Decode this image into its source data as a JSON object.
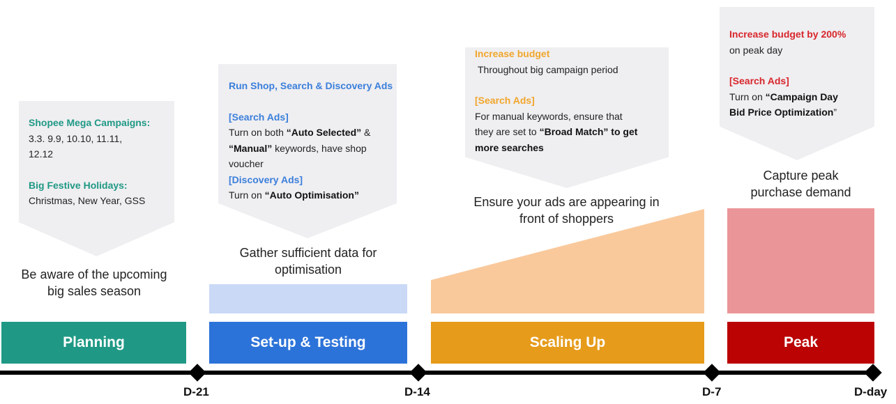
{
  "colors": {
    "planning": "#1f9985",
    "setup": "#2c73d9",
    "scaling": "#e69b1a",
    "peak": "#bb0303",
    "setup_light": "#c9d9f6",
    "scaling_light": "#f9c99c",
    "peak_light": "#ea9598",
    "callout_bg": "#efeef1"
  },
  "phases": [
    {
      "label": "Planning",
      "goal": [
        "Be aware of the upcoming",
        "big sales season"
      ],
      "callout": {
        "heading1": "Shopee Mega Campaigns:",
        "text1a": "3.3. 9.9, 10.10, 11.11,",
        "text1b": "12.12",
        "heading2": "Big Festive Holidays:",
        "text2": "Christmas, New Year, GSS"
      }
    },
    {
      "label": "Set-up & Testing",
      "goal": [
        "Gather sufficient data for",
        "optimisation"
      ],
      "callout": {
        "heading1": "Run Shop, Search & Discovery Ads",
        "heading2": "[Search Ads]",
        "line1_pre": "Turn on both ",
        "line1_bold": "“Auto Selected”",
        "line1_post": " &",
        "line2_bold": "“Manual”",
        "line2_post": " keywords, have shop",
        "line3": "voucher",
        "heading3": "[Discovery Ads]",
        "line4_pre": "Turn on ",
        "line4_bold": "“Auto Optimisation”"
      }
    },
    {
      "label": "Scaling Up",
      "goal": [
        "Ensure your ads are appearing in",
        "front of shoppers"
      ],
      "callout": {
        "heading1": "Increase budget",
        "text1": "Throughout big campaign period",
        "heading2": "[Search Ads]",
        "line1": "For manual keywords, ensure that",
        "line2_pre": "they are set to ",
        "line2_bold": "“Broad Match” to get",
        "line3_bold": "more searches"
      }
    },
    {
      "label": "Peak",
      "goal": [
        "Capture peak",
        "purchase demand"
      ],
      "callout": {
        "heading1": "Increase budget by 200%",
        "text1": "on peak day",
        "heading2": "[Search Ads]",
        "line1_pre": "Turn on ",
        "line1_bold": "“Campaign Day",
        "line2_bold": "Bid Price Optimization",
        "line2_post": "”"
      }
    }
  ],
  "milestones": [
    "D-21",
    "D-14",
    "D-7",
    "D-day"
  ]
}
